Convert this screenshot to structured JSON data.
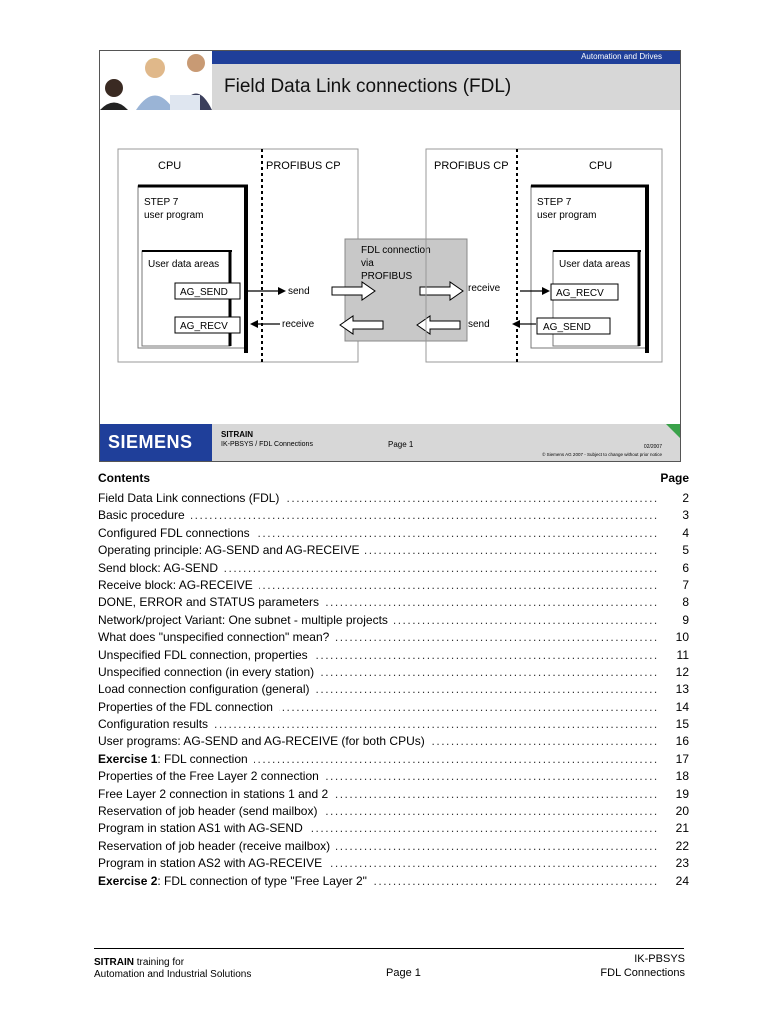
{
  "slide": {
    "top_label": "Automation and Drives",
    "title": "Field Data Link connections (FDL)",
    "diagram": {
      "left": {
        "cpu": "CPU",
        "cp": "PROFIBUS CP",
        "step7_line1": "STEP 7",
        "step7_line2": "user program",
        "user_data": "User data areas",
        "block1": "AG_SEND",
        "block2": "AG_RECV",
        "arrow1": "send",
        "arrow2": "receive"
      },
      "center": {
        "line1": "FDL connection",
        "line2": "via",
        "line3": "PROFIBUS"
      },
      "right": {
        "cpu": "CPU",
        "cp": "PROFIBUS CP",
        "step7_line1": "STEP 7",
        "step7_line2": "user program",
        "user_data": "User data areas",
        "block1": "AG_RECV",
        "block2": "AG_SEND",
        "arrow1": "receive",
        "arrow2": "send"
      }
    },
    "footer": {
      "logo": "SIEMENS",
      "sitrain": "SITRAIN",
      "course": "IK-PBSYS / FDL Connections",
      "page": "Page 1",
      "date": "02/2007",
      "copyright": "© Siemens AG 2007 - Subject to change without prior notice"
    }
  },
  "contents": {
    "heading": "Contents",
    "page_heading": "Page",
    "items": [
      {
        "prefix": "",
        "title": "Field Data Link connections (FDL)",
        "page": "2"
      },
      {
        "prefix": "",
        "title": "Basic procedure",
        "page": "3"
      },
      {
        "prefix": "",
        "title": "Configured FDL connections",
        "page": "4"
      },
      {
        "prefix": "",
        "title": "Operating principle: AG-SEND and AG-RECEIVE",
        "page": "5"
      },
      {
        "prefix": "",
        "title": "Send block: AG-SEND",
        "page": "6"
      },
      {
        "prefix": "",
        "title": "Receive block: AG-RECEIVE",
        "page": "7"
      },
      {
        "prefix": "",
        "title": "DONE, ERROR and STATUS parameters",
        "page": "8"
      },
      {
        "prefix": "",
        "title": "Network/project Variant: One subnet - multiple projects",
        "page": "9"
      },
      {
        "prefix": "",
        "title": "What does \"unspecified connection\" mean?",
        "page": "10"
      },
      {
        "prefix": "",
        "title": "Unspecified FDL connection, properties",
        "page": "11"
      },
      {
        "prefix": "",
        "title": "Unspecified connection (in every station)",
        "page": "12"
      },
      {
        "prefix": "",
        "title": "Load connection configuration (general)",
        "page": "13"
      },
      {
        "prefix": "",
        "title": "Properties of the FDL connection",
        "page": "14"
      },
      {
        "prefix": "",
        "title": "Configuration results",
        "page": "15"
      },
      {
        "prefix": "",
        "title": "User programs: AG-SEND and AG-RECEIVE (for both CPUs)",
        "page": "16"
      },
      {
        "prefix": "Exercise 1",
        "title": ": FDL connection",
        "page": "17"
      },
      {
        "prefix": "",
        "title": "Properties of the Free Layer 2 connection",
        "page": "18"
      },
      {
        "prefix": "",
        "title": "Free Layer 2 connection in stations 1 and 2",
        "page": "19"
      },
      {
        "prefix": "",
        "title": "Reservation of job header (send mailbox)",
        "page": "20"
      },
      {
        "prefix": "",
        "title": "Program in station AS1 with AG-SEND",
        "page": "21"
      },
      {
        "prefix": "",
        "title": "Reservation of job header (receive mailbox)",
        "page": "22"
      },
      {
        "prefix": "",
        "title": "Program in station AS2 with AG-RECEIVE",
        "page": "23"
      },
      {
        "prefix": "Exercise 2",
        "title": ": FDL connection of type \"Free Layer 2\"",
        "page": "24"
      }
    ]
  },
  "footer": {
    "brand": "SITRAIN",
    "training": " training for",
    "line2": "Automation and Industrial Solutions",
    "page": "Page 1",
    "course": "IK-PBSYS",
    "topic": "FDL Connections"
  }
}
